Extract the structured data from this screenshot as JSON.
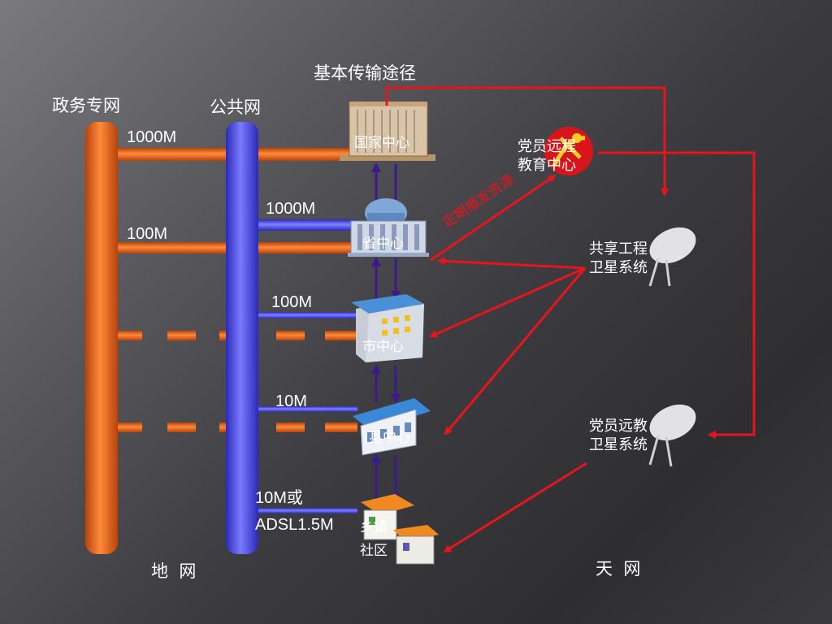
{
  "title": "基本传输途径",
  "backbones": {
    "gov_network": "政务专网",
    "public_network": "公共网"
  },
  "bandwidth": {
    "national_gov": "1000M",
    "province_public": "1000M",
    "province_gov": "100M",
    "city_public": "100M",
    "county_public": "10M",
    "community_public_line1": "10M或",
    "community_public_line2": "ADSL1.5M"
  },
  "nodes": {
    "national": "国家中心",
    "province": "省中心",
    "city": "市中心",
    "county": "县中心",
    "community_line1": "乡镇",
    "community_line2": "社区"
  },
  "sky_sources": {
    "party_edu_center_line1": "党员远程",
    "party_edu_center_line2": "教育中心",
    "shared_sat_line1": "共享工程",
    "shared_sat_line2": "卫星系统",
    "party_sat_line1": "党员远教",
    "party_sat_line2": "卫星系统"
  },
  "broadcast_label": "定期播发资源",
  "footer": {
    "ground_network": "地  网",
    "sky_network": "天  网"
  },
  "colors": {
    "gov_pipe": "#e0600e",
    "public_pipe": "#4a4ad8",
    "red_arrow": "#e8141c",
    "vertical_arrow": "#3a1a8c"
  }
}
